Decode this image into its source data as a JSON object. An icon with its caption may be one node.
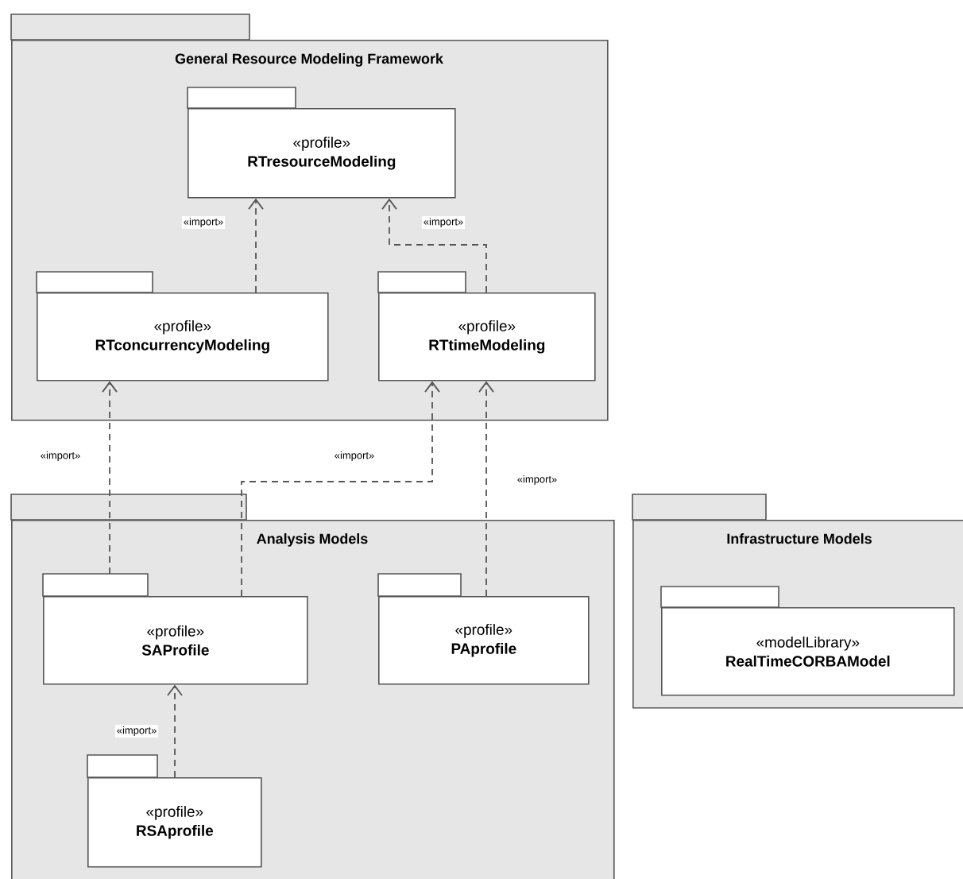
{
  "diagram": {
    "nodes": [
      {
        "text": [
          "General Resource Modeling Framework"
        ]
      },
      {
        "text": [
          "«profile»",
          "RTresourceModeling"
        ],
        "in": 0
      },
      {
        "text": [
          "«profile»",
          "RTconcurrencyModeling"
        ],
        "in": 0
      },
      {
        "text": [
          "«profile»",
          "RTtimeModeling"
        ],
        "in": 0
      },
      {
        "text": [
          "Analysis Models"
        ]
      },
      {
        "text": [
          "«profile»",
          "SAProfile"
        ],
        "in": 4
      },
      {
        "text": [
          "«profile»",
          "PAprofile"
        ],
        "in": 4
      },
      {
        "text": [
          "«profile»",
          "RSAprofile"
        ],
        "in": 4
      },
      {
        "text": [
          "Infrastructure Models"
        ]
      },
      {
        "text": [
          "«modelLibrary»",
          "RealTimeCORBAModel"
        ],
        "in": 8
      }
    ],
    "edges": [
      {
        "from": 2,
        "to": 1,
        "arrow": "to",
        "style": "dashed",
        "label": "«import»"
      },
      {
        "from": 3,
        "to": 1,
        "arrow": "to",
        "style": "dashed",
        "label": "«import»"
      },
      {
        "from": 5,
        "to": 2,
        "arrow": "to",
        "style": "dashed",
        "label": "«import»"
      },
      {
        "from": 5,
        "to": 3,
        "arrow": "to",
        "style": "dashed",
        "label": "«import»"
      },
      {
        "from": 6,
        "to": 3,
        "arrow": "to",
        "style": "dashed",
        "label": "«import»"
      },
      {
        "from": 7,
        "to": 5,
        "arrow": "to",
        "style": "dashed",
        "label": "«import»"
      }
    ]
  }
}
